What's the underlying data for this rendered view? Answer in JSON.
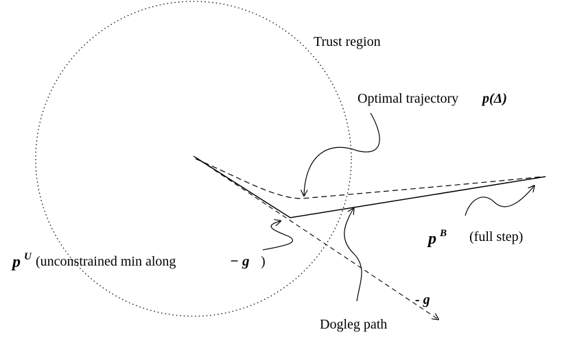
{
  "labels": {
    "trust_region": "Trust region",
    "optimal_trajectory": "Optimal trajectory",
    "optimal_trajectory_symbol": "p(Δ)",
    "full_step_symbol_base": "p",
    "full_step_symbol_sup": "B",
    "full_step_text": "(full step)",
    "unconstrained_symbol_base": "p",
    "unconstrained_symbol_sup": "U",
    "unconstrained_text": "(unconstrained min along",
    "unconstrained_neg_g": "− g",
    "unconstrained_close": ")",
    "neg_g_label": "- g",
    "dogleg_path": "Dogleg path"
  },
  "colors": {
    "ink": "#000000",
    "background": "#ffffff"
  }
}
